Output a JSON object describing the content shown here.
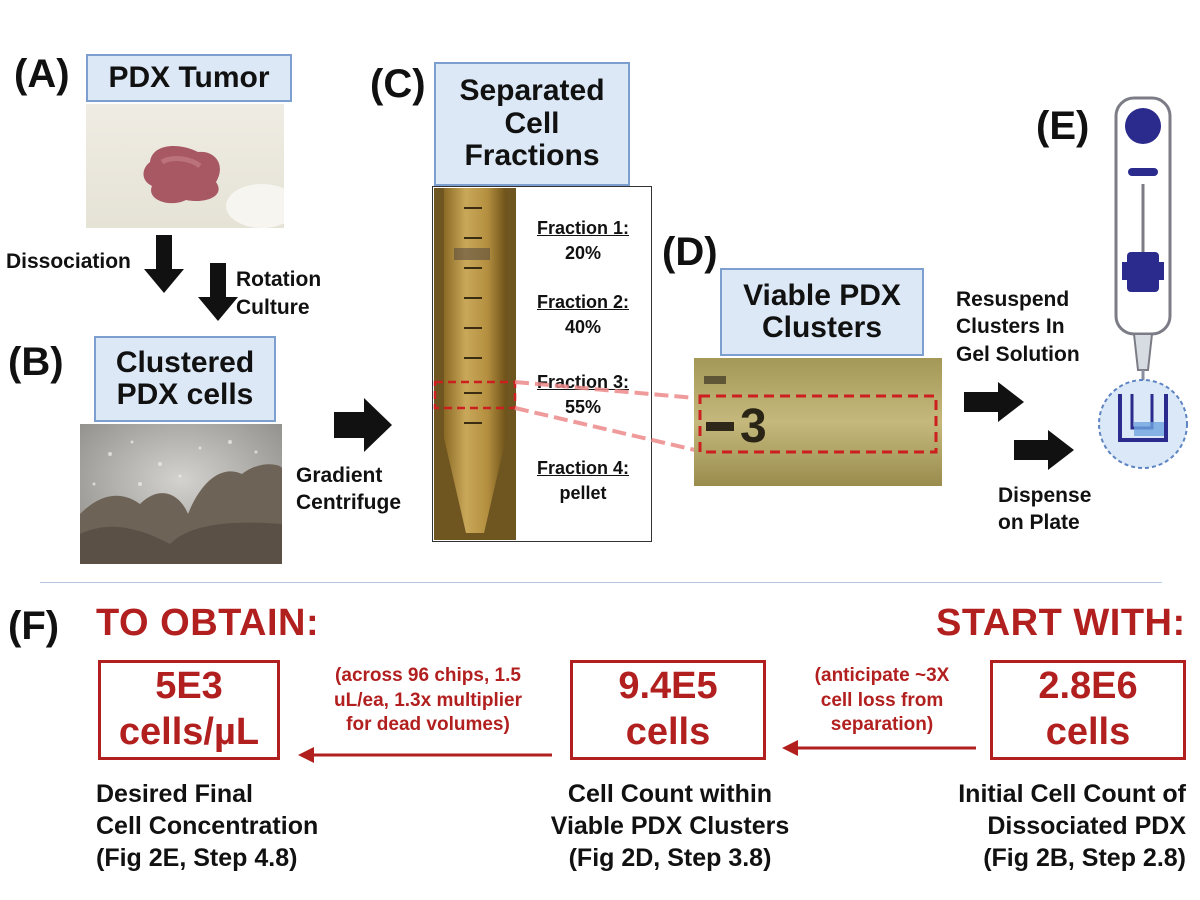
{
  "panels": {
    "a": {
      "label": "(A)",
      "title": "PDX Tumor",
      "arrow1_label": "Dissociation",
      "arrow2_label": "Rotation\nCulture"
    },
    "b": {
      "label": "(B)",
      "title": "Clustered\nPDX cells",
      "arrow_label": "Gradient\nCentrifuge"
    },
    "c": {
      "label": "(C)",
      "title": "Separated\nCell\nFractions",
      "fractions": [
        {
          "name": "Fraction 1:",
          "value": "20%"
        },
        {
          "name": "Fraction 2:",
          "value": "40%"
        },
        {
          "name": "Fraction 3:",
          "value": "55%"
        },
        {
          "name": "Fraction 4:",
          "value": "pellet"
        }
      ],
      "tube_mark": "3"
    },
    "d": {
      "label": "(D)",
      "title": "Viable PDX\nClusters",
      "step1": "Resuspend\nClusters In\nGel Solution",
      "step2": "Dispense\non Plate"
    },
    "e": {
      "label": "(E)"
    }
  },
  "workflow": {
    "label": "(F)",
    "obtain_heading": "TO OBTAIN:",
    "start_heading": "START WITH:",
    "boxes": {
      "final": "5E3\ncells/µL",
      "clusters": "9.4E5\ncells",
      "initial": "2.8E6\ncells"
    },
    "notes": {
      "left": "(across 96 chips, 1.5\nuL/ea, 1.3x multiplier\nfor dead volumes)",
      "right": "(anticipate ~3X\ncell loss from\nseparation)"
    },
    "captions": {
      "final": "Desired Final\nCell Concentration\n(Fig 2E, Step 4.8)",
      "clusters": "Cell Count within\nViable PDX Clusters\n(Fig 2D, Step 3.8)",
      "initial": "Initial Cell Count of\nDissociated PDX\n(Fig 2B, Step 2.8)"
    }
  },
  "colors": {
    "accent_red": "#b21f1f",
    "title_fill": "#dce8f6",
    "title_border": "#7d9fd0",
    "divider": "#b9c9dd"
  }
}
